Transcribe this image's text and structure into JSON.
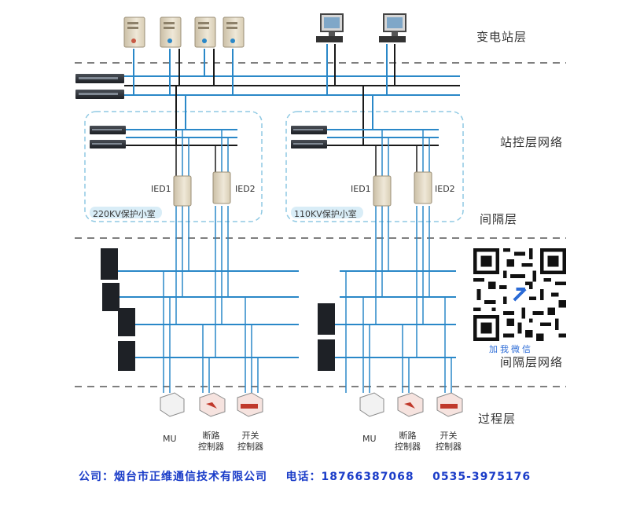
{
  "layers": {
    "substation": "变电站层",
    "station_network": "站控层网络",
    "bay": "间隔层",
    "bay_network": "间隔层网络",
    "process": "过程层"
  },
  "rooms": {
    "left": "220KV保护小室",
    "right": "110KV保护小室"
  },
  "ied": {
    "ied1": "IED1",
    "ied2": "IED2"
  },
  "devices": {
    "mu": "MU",
    "breaker_line1": "断路",
    "breaker_line2": "控制器",
    "switch_line1": "开关",
    "switch_line2": "控制器"
  },
  "qr_caption": "加我微信",
  "footer": {
    "company": "公司：烟台市正维通信技术有限公司",
    "phone_label": "电话：",
    "phone1": "18766387068",
    "phone2": "0535-3975176"
  },
  "colors": {
    "blue_line": "#2a88c8",
    "dark_line": "#1a1a1a",
    "dash": "#555555",
    "room_border": "#8fc9e3",
    "footer_text": "#1a3cc8"
  }
}
